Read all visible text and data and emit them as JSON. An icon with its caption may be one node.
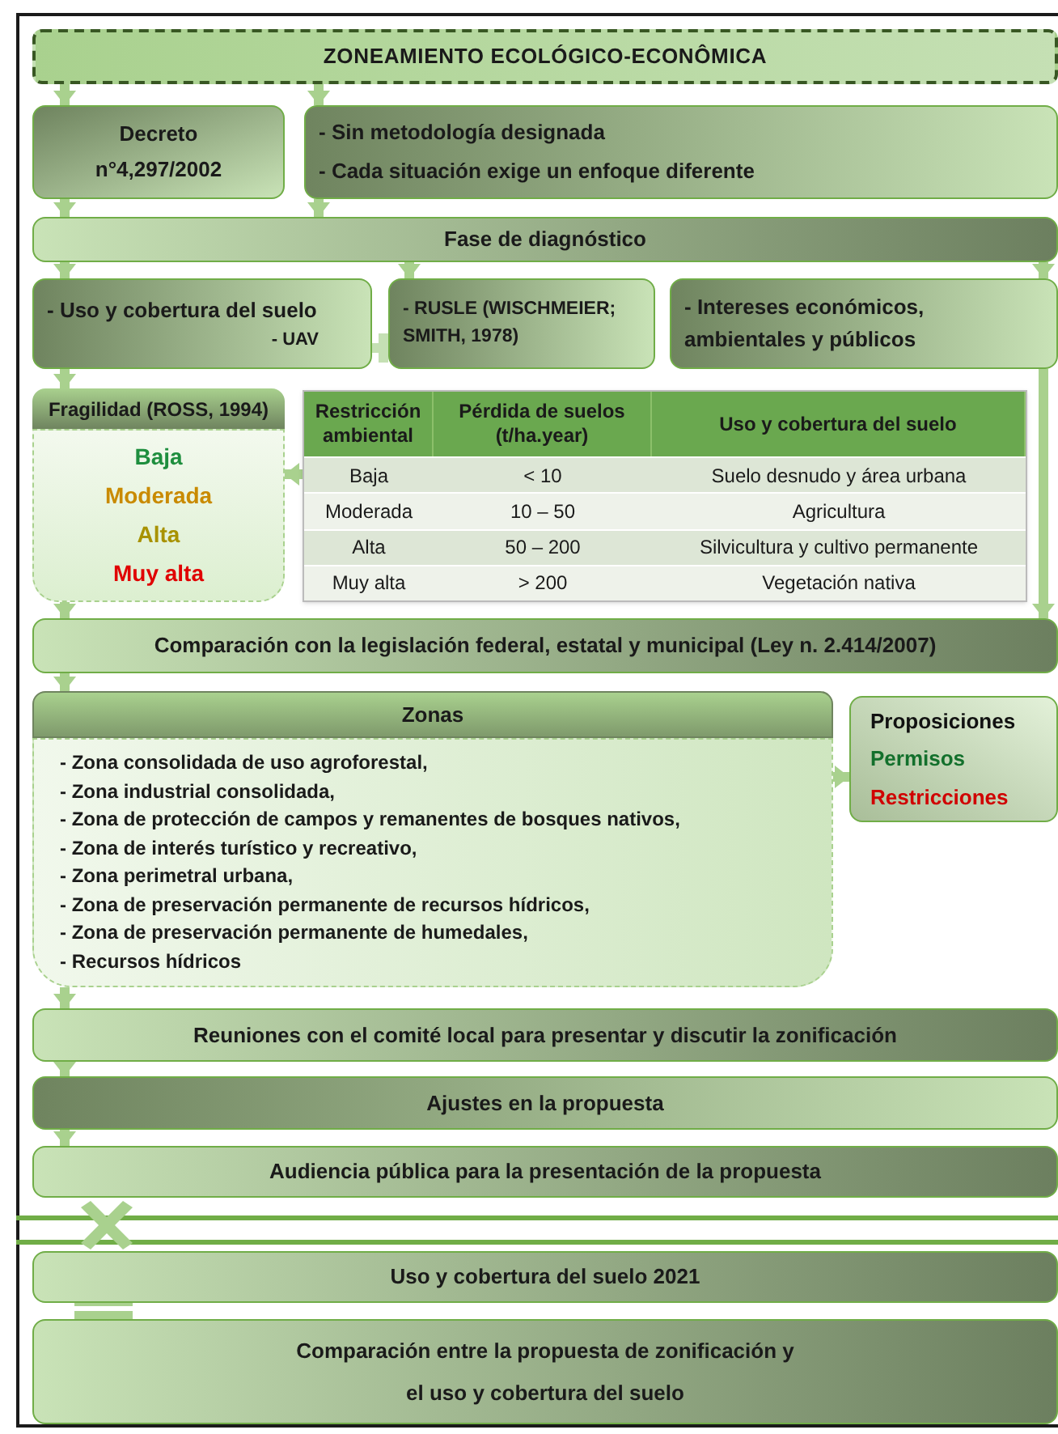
{
  "diagram": {
    "nodes": [
      {
        "text": [
          "ZONEAMIENTO ECOLÓGICO-ECONÔMICA"
        ]
      },
      {
        "text": [
          "Decreto n°4,297/2002"
        ]
      },
      {
        "text": [
          "- Sin metodología designada",
          "- Cada situación exige un enfoque diferente"
        ]
      },
      {
        "text": [
          "Fase de diagnóstico"
        ]
      },
      {
        "text": [
          "- Uso y cobertura del suelo",
          "- UAV"
        ]
      },
      {
        "text": [
          "- RUSLE (WISCHMEIER; SMITH, 1978)"
        ]
      },
      {
        "text": [
          "- Intereses económicos, ambientales y públicos"
        ]
      },
      {
        "text": [
          "Fragilidad (ROSS, 1994)",
          "Baja",
          "Moderada",
          "Alta",
          "Muy alta"
        ]
      },
      {
        "text": [],
        "shape": "table"
      },
      {
        "text": [
          "Comparación con la legislación federal, estatal y municipal (Ley n. 2.414/2007)"
        ]
      },
      {
        "text": [
          "Zonas",
          "- Zona consolidada de uso agroforestal,",
          "- Zona industrial consolidada,",
          "- Zona de protección de campos y remanentes de bosques nativos,",
          "- Zona de interés turístico y recreativo,",
          "- Zona perimetral urbana,",
          "- Zona de preservación permanente de recursos hídricos,",
          "- Zona de preservación permanente de humedales,",
          "- Recursos hídricos"
        ]
      },
      {
        "text": [
          "Proposiciones",
          "Permisos",
          "Restricciones"
        ]
      },
      {
        "text": [
          "Reuniones con el comité local para presentar y discutir la zonificación"
        ]
      },
      {
        "text": [
          "Ajustes en la propuesta"
        ]
      },
      {
        "text": [
          "Audiencia pública para la presentación de la propuesta"
        ]
      },
      {
        "text": [
          "Uso y cobertura del suelo 2021"
        ]
      },
      {
        "text": [
          "Comparación entre la propuesta de zonificación y el uso y cobertura del suelo"
        ]
      }
    ],
    "edges": [
      {
        "from": 0,
        "to": 1,
        "arrow": "to"
      },
      {
        "from": 0,
        "to": 2,
        "arrow": "to"
      },
      {
        "from": 1,
        "to": 3,
        "arrow": "to"
      },
      {
        "from": 2,
        "to": 3,
        "arrow": "to"
      },
      {
        "from": 3,
        "to": 4,
        "arrow": "to"
      },
      {
        "from": 3,
        "to": 5,
        "arrow": "to"
      },
      {
        "from": 3,
        "to": 6,
        "arrow": "to"
      },
      {
        "from": 4,
        "to": 7,
        "arrow": "to"
      },
      {
        "from": 6,
        "to": 9,
        "arrow": "to"
      },
      {
        "from": 8,
        "to": 7,
        "arrow": "to"
      },
      {
        "from": 7,
        "to": 9,
        "arrow": "to"
      },
      {
        "from": 9,
        "to": 10,
        "arrow": "to"
      },
      {
        "from": 10,
        "to": 11,
        "arrow": "to"
      },
      {
        "from": 10,
        "to": 12,
        "arrow": "to"
      },
      {
        "from": 12,
        "to": 13,
        "arrow": "to"
      },
      {
        "from": 13,
        "to": 14,
        "arrow": "to"
      }
    ],
    "labels": [
      "Restricción ambiental",
      "Pérdida de suelos (t/ha.year)",
      "Uso y cobertura del suelo",
      "Baja",
      "< 10",
      "Suelo desnudo y área urbana",
      "Moderada",
      "10 – 50",
      "Agricultura",
      "Alta",
      "50 – 200",
      "Silvicultura y cultivo permanente",
      "Muy alta",
      "> 200",
      "Vegetación nativa"
    ]
  }
}
